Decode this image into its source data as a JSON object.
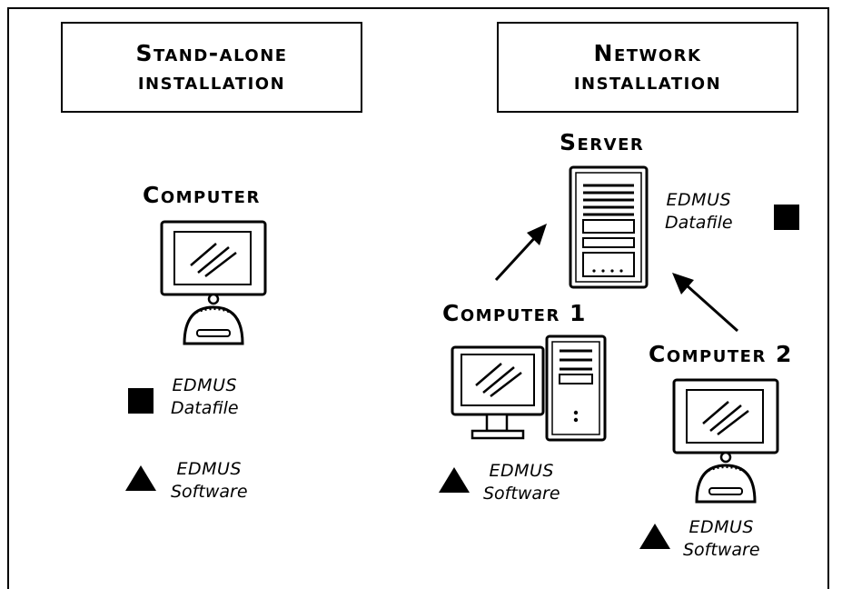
{
  "standalone": {
    "title_line1": "Stand-alone",
    "title_line2": "installation",
    "computer_label": "Computer",
    "datafile_line1": "EDMUS",
    "datafile_line2": "Datafile",
    "software_line1": "EDMUS",
    "software_line2": "Software"
  },
  "network": {
    "title_line1": "Network",
    "title_line2": "installation",
    "server_label": "Server",
    "server_datafile_line1": "EDMUS",
    "server_datafile_line2": "Datafile",
    "computer1_label": "Computer 1",
    "computer1_software_line1": "EDMUS",
    "computer1_software_line2": "Software",
    "computer2_label": "Computer 2",
    "computer2_software_line1": "EDMUS",
    "computer2_software_line2": "Software"
  },
  "icons": {
    "datafile": "square-icon",
    "software": "triangle-icon",
    "computer": "imac-computer-icon",
    "desktop": "desktop-tower-icon",
    "server": "server-icon",
    "arrow": "arrow-icon"
  },
  "colors": {
    "ink": "#000000",
    "background": "#ffffff"
  }
}
